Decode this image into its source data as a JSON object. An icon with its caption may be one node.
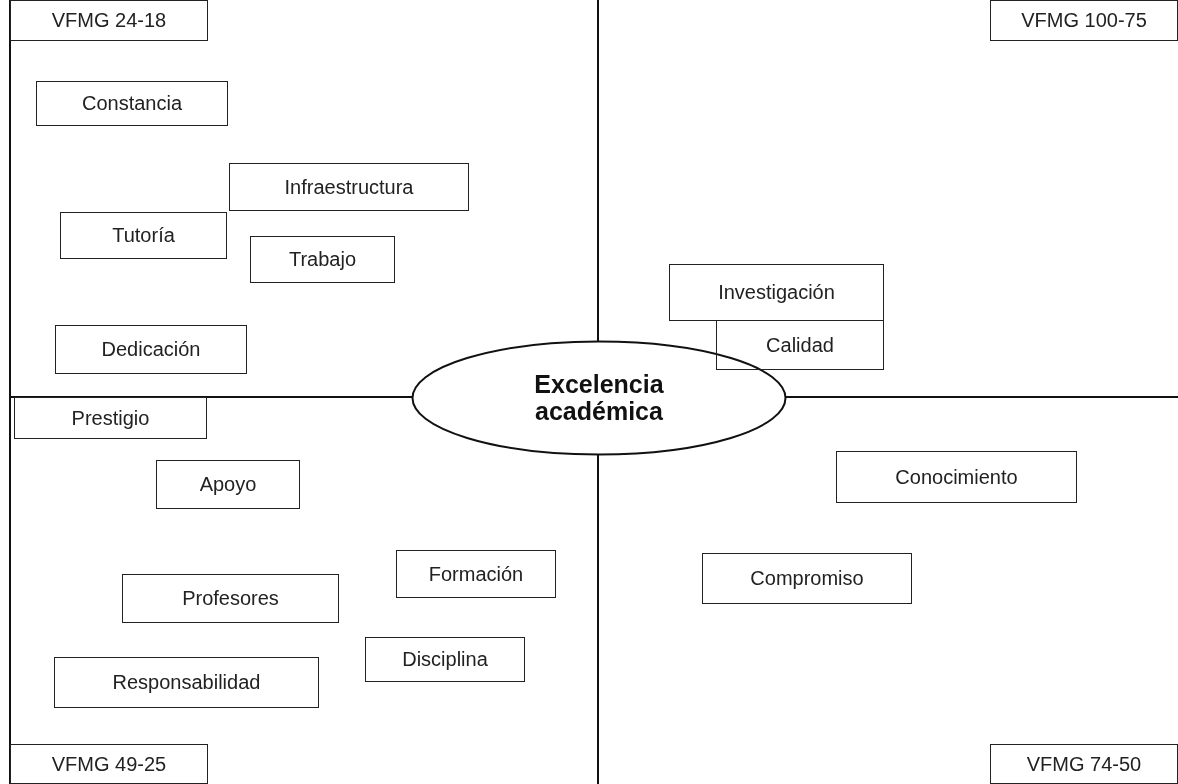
{
  "diagram": {
    "nodes": [
      {
        "text": [
          "VFMG 24-18"
        ]
      },
      {
        "text": [
          "VFMG 100-75"
        ]
      },
      {
        "text": [
          "Constancia"
        ]
      },
      {
        "text": [
          "Infraestructura"
        ]
      },
      {
        "text": [
          "Tutoría"
        ]
      },
      {
        "text": [
          "Trabajo"
        ]
      },
      {
        "text": [
          "Investigación"
        ]
      },
      {
        "text": [
          "Dedicación"
        ]
      },
      {
        "text": [
          "Calidad"
        ]
      },
      {
        "text": [
          "Excelencia académica"
        ]
      },
      {
        "text": [
          "Prestigio"
        ]
      },
      {
        "text": [
          "Conocimiento"
        ]
      },
      {
        "text": [
          "Apoyo"
        ]
      },
      {
        "text": [
          "Formación"
        ]
      },
      {
        "text": [
          "Compromiso"
        ]
      },
      {
        "text": [
          "Profesores"
        ]
      },
      {
        "text": [
          "Disciplina"
        ]
      },
      {
        "text": [
          "Responsabilidad"
        ]
      },
      {
        "text": [
          "VFMG 49-25"
        ]
      },
      {
        "text": [
          "VFMG 74-50"
        ]
      }
    ]
  }
}
